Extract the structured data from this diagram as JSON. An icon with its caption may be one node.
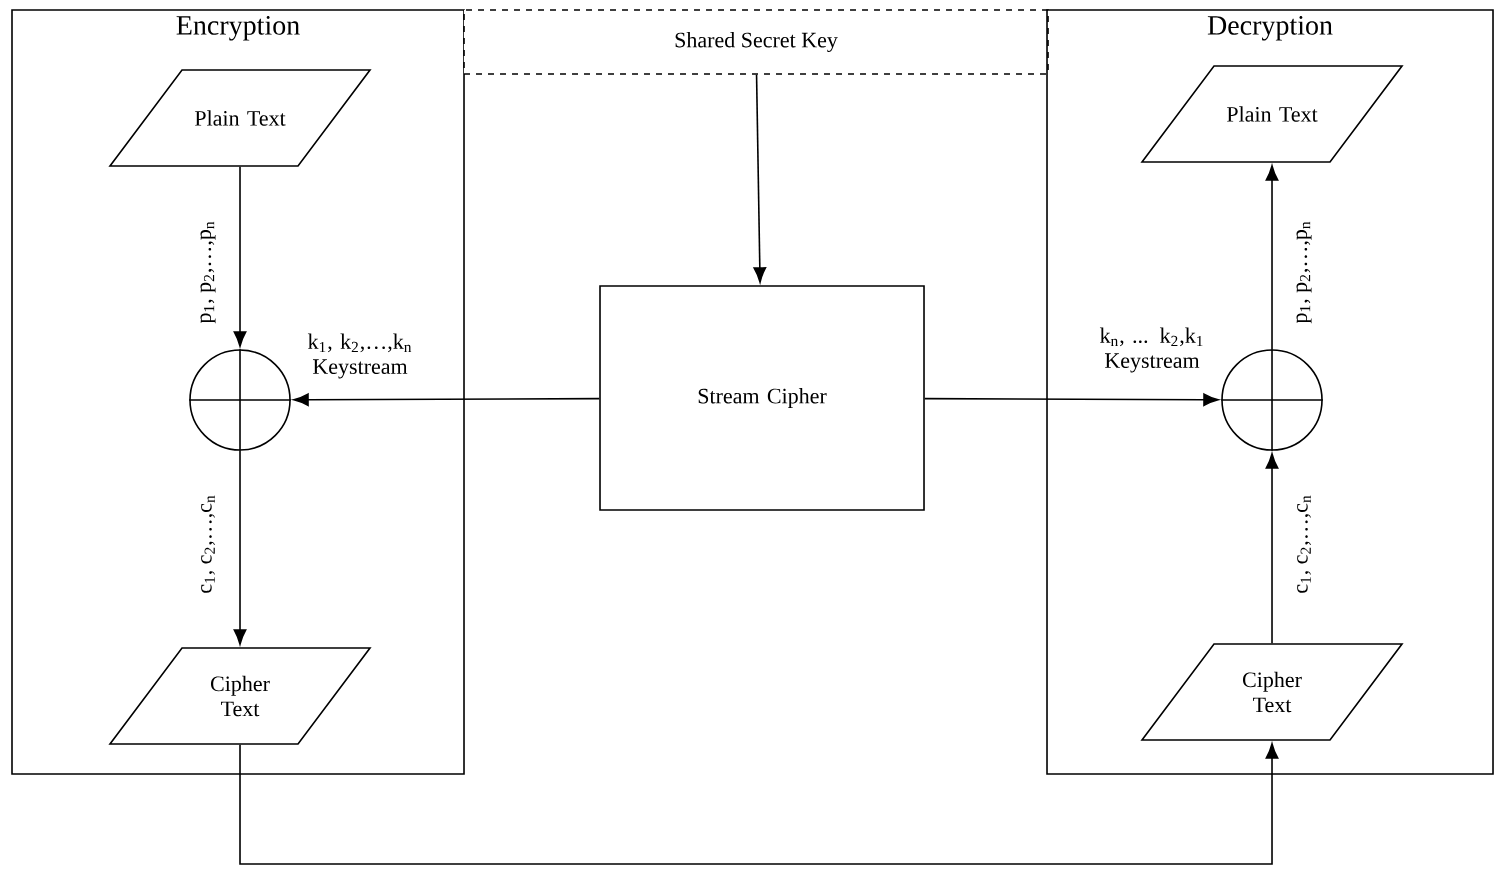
{
  "diagram": {
    "nodes": [
      {
        "text": [
          "Encryption"
        ]
      },
      {
        "text": [
          "Plain Text"
        ],
        "in": 0
      },
      {
        "text": [],
        "shape": "circle",
        "in": 0
      },
      {
        "text": [
          "Cipher Text"
        ],
        "in": 0
      },
      {
        "text": [
          "Shared Secret Key"
        ]
      },
      {
        "text": [
          "Stream Cipher"
        ]
      },
      {
        "text": [
          "Decryption"
        ]
      },
      {
        "text": [
          "Plain Text"
        ],
        "in": 6
      },
      {
        "text": [],
        "shape": "circle",
        "in": 6
      },
      {
        "text": [
          "Cipher Text"
        ],
        "in": 6
      }
    ],
    "edges": [
      {
        "from": 1,
        "to": 2,
        "arrow": "to",
        "label": "p$_{1}$, p$_{2}$,…,p$_{n}$"
      },
      {
        "from": 2,
        "to": 3,
        "arrow": "to",
        "label": "c$_{1}$, c$_{2}$,…,c$_{n}$"
      },
      {
        "from": 4,
        "to": 5,
        "arrow": "to"
      },
      {
        "from": 5,
        "to": 2,
        "arrow": "to",
        "label": "k$_{1}$, k$_{2}$,…,k$_{n}$ Keystream"
      },
      {
        "from": 5,
        "to": 8,
        "arrow": "to",
        "label": "k$_{n}$, ... k$_{2}$,k$_{1}$ Keystream"
      },
      {
        "from": 9,
        "to": 8,
        "arrow": "to",
        "label": "c$_{1}$, c$_{2}$,…,c$_{n}$"
      },
      {
        "from": 8,
        "to": 7,
        "arrow": "to",
        "label": "p$_{1}$, p$_{2}$,…,p$_{n}$"
      },
      {
        "from": 3,
        "to": 9,
        "arrow": "to"
      }
    ]
  }
}
